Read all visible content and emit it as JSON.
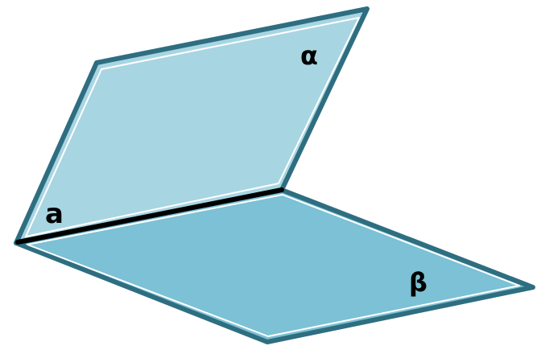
{
  "diagram": {
    "labels": {
      "plane_alpha": "α",
      "plane_beta": "β",
      "line_a": "a"
    },
    "colors": {
      "plane_alpha_fill": "#a8d5e2",
      "plane_beta_fill": "#7cc1d5",
      "plane_edge": "#2e6e80",
      "plane_inner_edge": "#ffffff",
      "intersection_line": "#000000"
    }
  }
}
